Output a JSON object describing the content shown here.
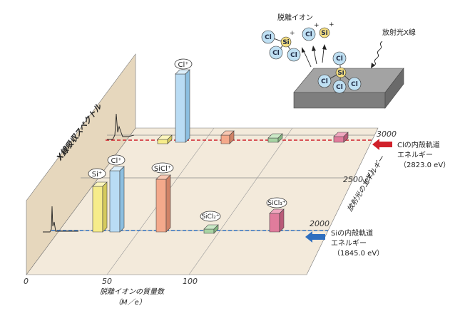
{
  "spectrum_title": "X線吸収スペクトル",
  "desorbed_ions_label": "脱離イオン",
  "radiation_label": "放射光X線",
  "mass_axis": {
    "title_line1": "脱離イオンの質量数",
    "title_line2": "（M／e）",
    "ticks": [
      "0",
      "50",
      "100"
    ]
  },
  "energy_axis": {
    "title_line1": "放射光のエネルギー",
    "title_line2": "（eV）",
    "ticks": [
      "2000",
      "2500",
      "3000"
    ]
  },
  "cl_edge": {
    "line1": "Clの内殻軌道",
    "line2": "エネルギー",
    "line3": "（2823.0 eV）",
    "color": "#d0202a"
  },
  "si_edge": {
    "line1": "Siの内殻軌道",
    "line2": "エネルギー",
    "line3": "（1845.0 eV）",
    "color": "#2f6fbf"
  },
  "ion_labels": {
    "si_plus": "Si⁺",
    "cl_plus_low": "Cl⁺",
    "cl_plus_high": "Cl⁺",
    "sicl_plus": "SiCl⁺",
    "sicl2_plus": "SiCl₂⁺",
    "sicl3_plus": "SiCl₃⁺"
  },
  "atoms": {
    "cl": "Cl",
    "si": "Si",
    "plus": "+"
  },
  "colors": {
    "wall": "#e6d7bd",
    "floor": "#f3eadb",
    "si_bar": "#f6ec8a",
    "cl_bar": "#b9dcf4",
    "sicl_bar": "#f4a98b",
    "sicl2_bar": "#a8d4a4",
    "sicl3_bar": "#e07c9c",
    "cl_atom": "#bfe0f3",
    "si_atom": "#f4dd80",
    "surface": "#8c8c8c"
  }
}
